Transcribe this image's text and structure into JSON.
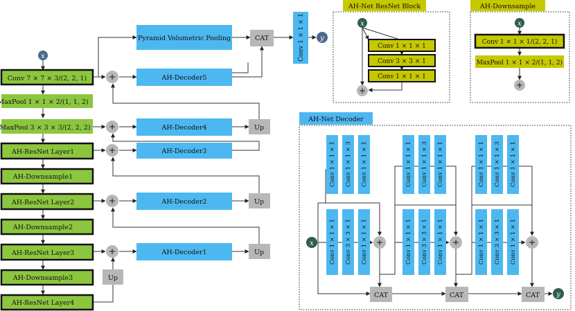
{
  "colors": {
    "green": "#8cc63f",
    "olive": "#c6c800",
    "blue": "#4db8f0",
    "gray": "#b7b7b7",
    "dark_teal": "#2f5d4e",
    "slate": "#4a6a8a"
  },
  "left": {
    "input": "x",
    "conv": "Conv 7 × 7 × 3/(2, 2, 1)",
    "maxpool1": "MaxPool 1 × 1 × 2/(1, 1, 2)",
    "maxpool2": "MaxPool 3 × 3 × 3/(2, 2, 2)",
    "resnet1": "AH-ResNet Layer1",
    "down1": "AH-Downsample1",
    "resnet2": "AH-ResNet Layer2",
    "down2": "AH-Downsample2",
    "resnet3": "AH-ResNet Layer3",
    "down3": "AH-Downsample3",
    "resnet4": "AH-ResNet Layer4",
    "pyramid": "Pyramid Volumetric Pooling",
    "cat": "CAT",
    "final_conv": "Conv 1 × 1 × 1",
    "output": "y",
    "dec5": "AH-Decoder5",
    "dec4": "AH-Decoder4",
    "dec3": "AH-Decoder3",
    "dec2": "AH-Decoder2",
    "dec1": "AH-Decoder1",
    "up": "Up",
    "plus": "+"
  },
  "resblock": {
    "title": "AH-Net ResNet Block",
    "input": "x",
    "layers": [
      "Conv 1 × 1 × 1",
      "Conv 3 × 3 × 1",
      "Conv 1 × 1 × 1"
    ]
  },
  "downsample": {
    "title": "AH-Downsample",
    "input": "x",
    "conv": "Conv 1 × 1 × 1/(2, 2, 1)",
    "maxpool": "MaxPool 1 × 1 × 2/(1, 1, 2)"
  },
  "decoder": {
    "title": "AH-Net Decoder",
    "input": "x",
    "output": "y",
    "top_layers": [
      "Conv 1 × 1 × 1",
      "Conv 1 × 1 × 3",
      "Conv 1 × 1 × 1"
    ],
    "bottom_layers": [
      "Conv 1 × 1 × 1",
      "Conv 3 × 3 × 1",
      "Conv 1 × 1 × 1"
    ],
    "cat": "CAT"
  }
}
